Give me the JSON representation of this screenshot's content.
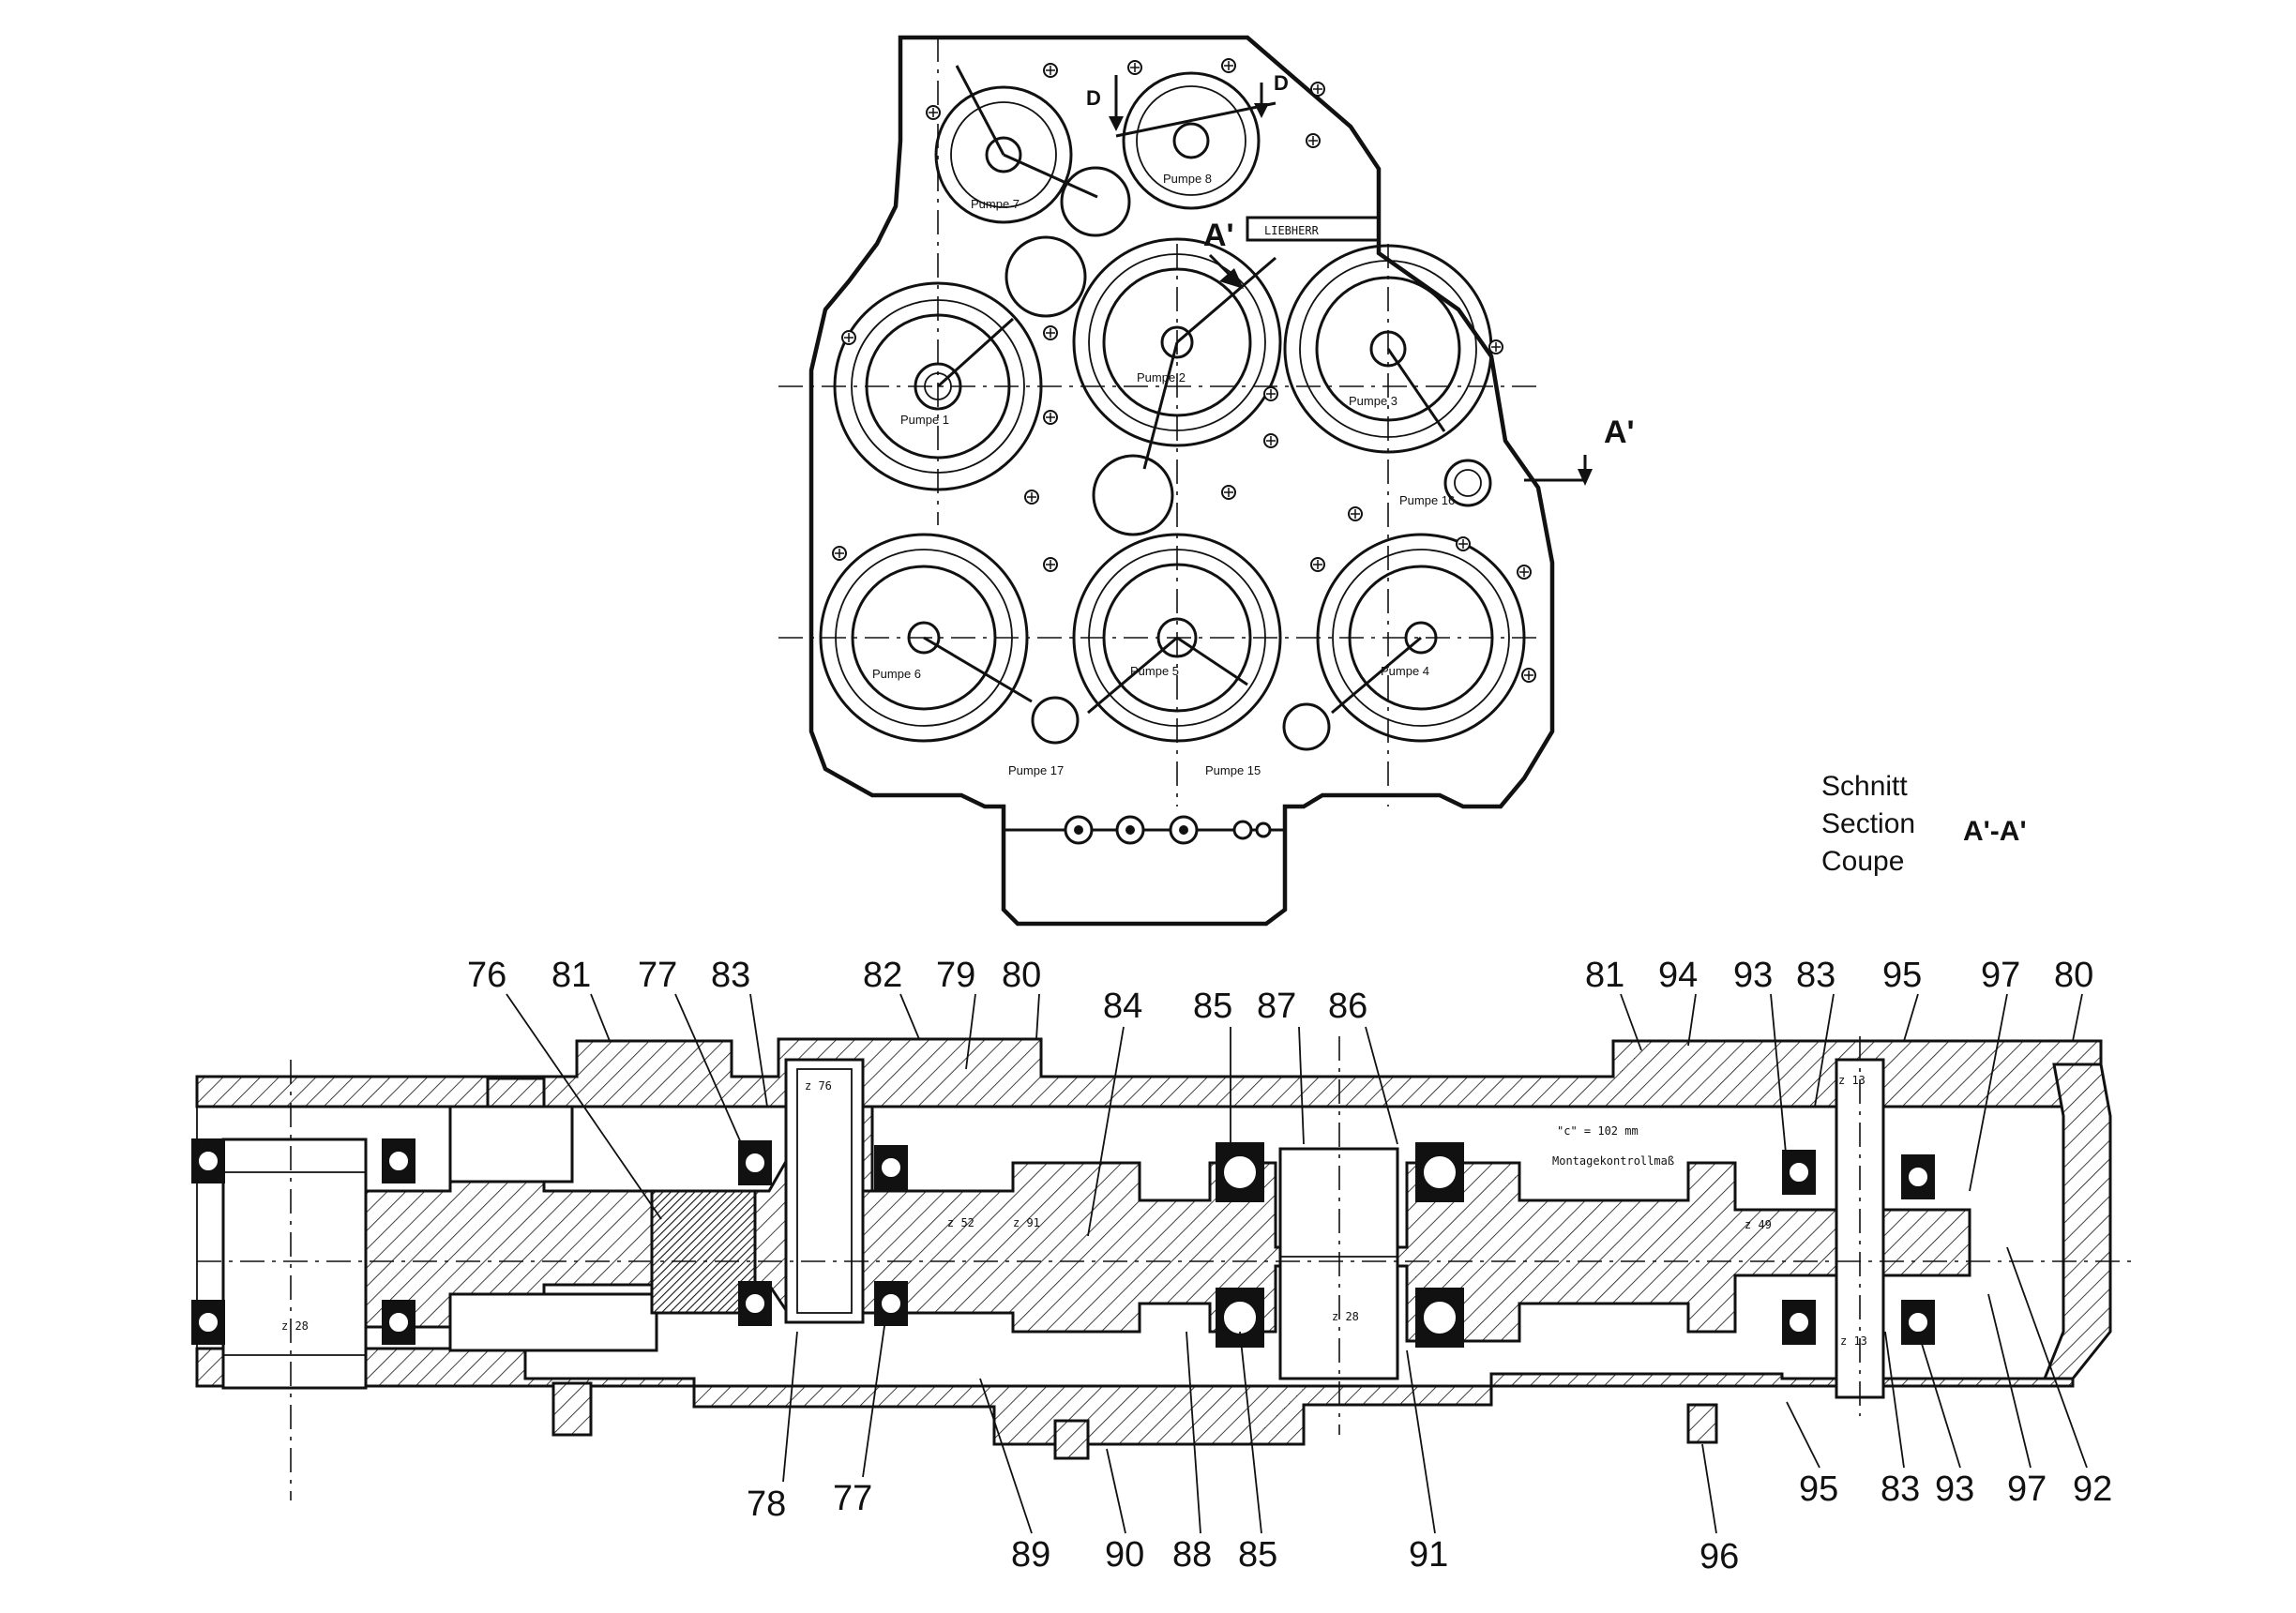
{
  "front_view": {
    "brand_plate": "LIEBHERR",
    "section_letter": "A'",
    "view_letter": "D",
    "pumps": [
      {
        "label": "Pumpe 1"
      },
      {
        "label": "Pumpe 2"
      },
      {
        "label": "Pumpe 3"
      },
      {
        "label": "Pumpe 4"
      },
      {
        "label": "Pumpe 5"
      },
      {
        "label": "Pumpe 6"
      },
      {
        "label": "Pumpe 7"
      },
      {
        "label": "Pumpe 8"
      },
      {
        "label": "Pumpe 15"
      },
      {
        "label": "Pumpe 16"
      },
      {
        "label": "Pumpe 17"
      }
    ]
  },
  "section_title": {
    "line1": "Schnitt",
    "line2": "Section",
    "line3": "Coupe",
    "designation": "A'-A'"
  },
  "section_view": {
    "gear_marks": [
      "z 28",
      "z 76",
      "z 52",
      "z 91",
      "z 28",
      "z 49",
      "z 13",
      "z 13"
    ],
    "note_line1": "\"c\" = 102 mm",
    "note_line2": "Montagekontrollmaß"
  },
  "callouts_top": [
    "76",
    "81",
    "77",
    "83",
    "82",
    "79",
    "80",
    "84",
    "85",
    "87",
    "86",
    "81",
    "94",
    "93",
    "83",
    "95",
    "97",
    "80"
  ],
  "callouts_bottom": [
    "78",
    "77",
    "89",
    "90",
    "88",
    "85",
    "91",
    "96",
    "95",
    "83",
    "93",
    "97",
    "92"
  ]
}
